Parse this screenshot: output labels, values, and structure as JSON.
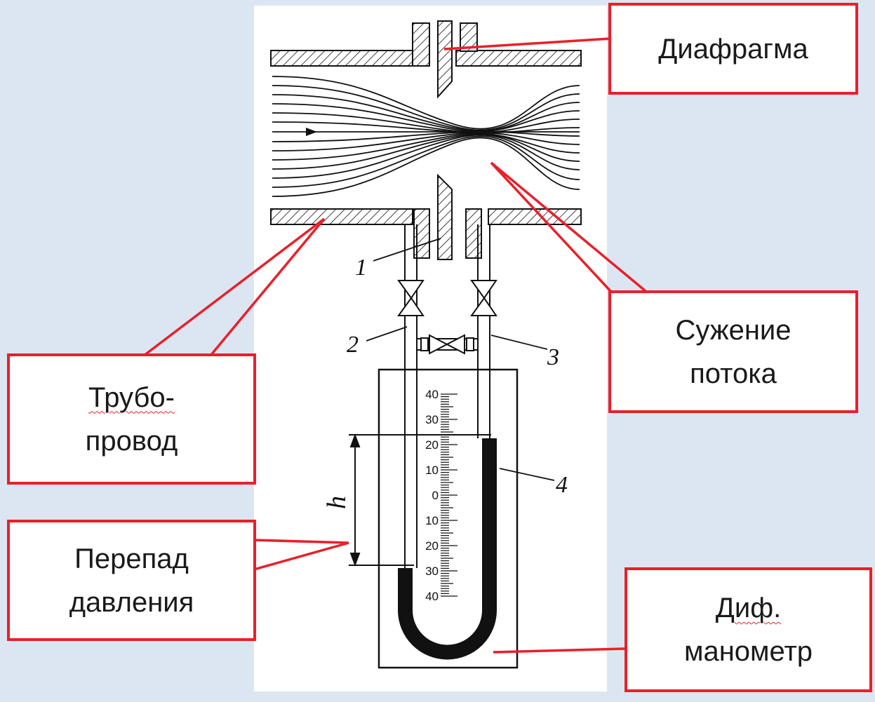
{
  "callouts": {
    "diaphragm": "Диафрагма",
    "flow_narrowing_line1": "Сужение",
    "flow_narrowing_line2": "потока",
    "pipeline_line1": "Трубо-",
    "pipeline_line2": "провод",
    "pressure_drop_line1": "Перепад",
    "pressure_drop_line2": "давления",
    "dif_manometer_line1": "Диф.",
    "dif_manometer_line2": "манометр"
  },
  "diagram": {
    "part_numbers": [
      "1",
      "2",
      "3",
      "4"
    ],
    "height_label": "h",
    "scale_ticks": [
      "40",
      "30",
      "20",
      "10",
      "0",
      "10",
      "20",
      "30",
      "40"
    ]
  },
  "colors": {
    "background": "#dce6f2",
    "callout_border": "#e8202a",
    "leader_line": "#e8202a",
    "drawing": "#111111"
  }
}
